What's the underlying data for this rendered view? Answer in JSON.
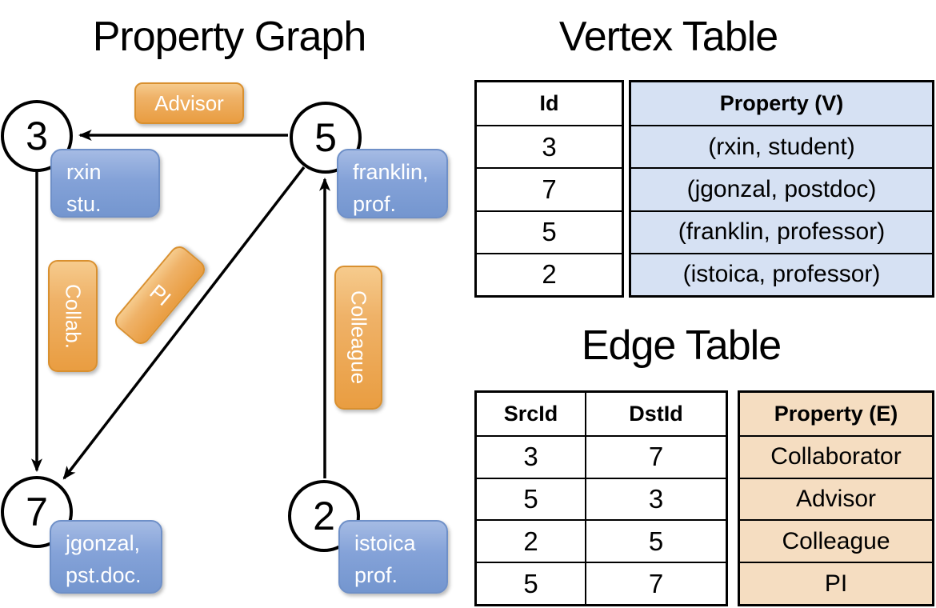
{
  "titles": {
    "graph": "Property Graph",
    "vertex_table": "Vertex Table",
    "edge_table": "Edge Table"
  },
  "colors": {
    "edge_line": "#000000",
    "node_fill": "#ffffff",
    "orange_label": "#e99d41",
    "blue_property_box": "#7b9bd3",
    "vertex_property_cell": "#d6e1f3",
    "edge_property_cell": "#f5ddc1"
  },
  "graph": {
    "nodes": [
      {
        "id": "3"
      },
      {
        "id": "5"
      },
      {
        "id": "7"
      },
      {
        "id": "2"
      }
    ],
    "edge_labels": {
      "advisor": "Advisor",
      "collab": "Collab.",
      "pi": "PI",
      "colleague": "Colleague"
    },
    "vertex_props": {
      "v3": "rxin\nstu.",
      "v5": "franklin,\nprof.",
      "v7": "jgonzal,\npst.doc.",
      "v2": "istoica\nprof."
    }
  },
  "vertex_table": {
    "headers": {
      "id": "Id",
      "property": "Property (V)"
    },
    "rows": [
      {
        "id": "3",
        "property": "(rxin, student)"
      },
      {
        "id": "7",
        "property": "(jgonzal, postdoc)"
      },
      {
        "id": "5",
        "property": "(franklin, professor)"
      },
      {
        "id": "2",
        "property": "(istoica, professor)"
      }
    ]
  },
  "edge_table": {
    "headers": {
      "src": "SrcId",
      "dst": "DstId",
      "property": "Property (E)"
    },
    "rows": [
      {
        "src": "3",
        "dst": "7",
        "property": "Collaborator"
      },
      {
        "src": "5",
        "dst": "3",
        "property": "Advisor"
      },
      {
        "src": "2",
        "dst": "5",
        "property": "Colleague"
      },
      {
        "src": "5",
        "dst": "7",
        "property": "PI"
      }
    ]
  }
}
